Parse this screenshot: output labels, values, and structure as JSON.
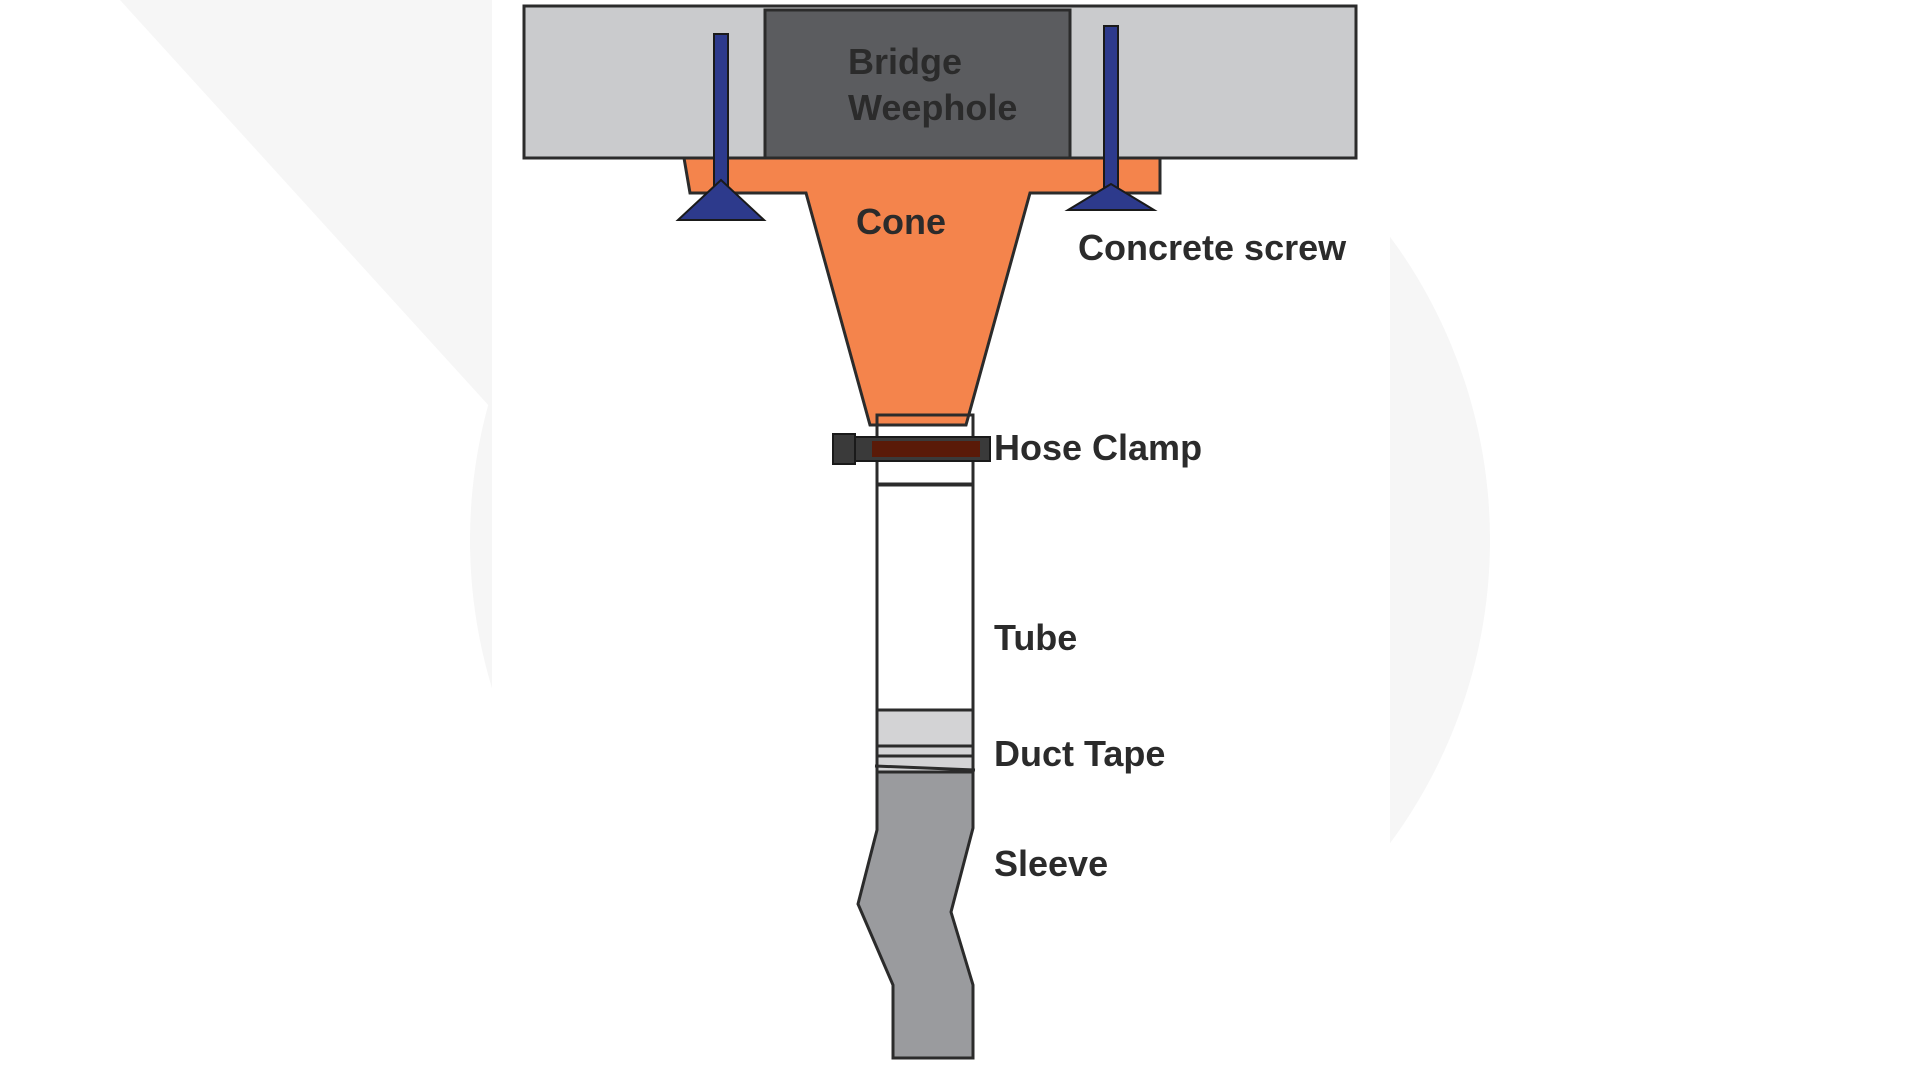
{
  "diagram": {
    "labels": {
      "bridge_weephole_line1": "Bridge",
      "bridge_weephole_line2": "Weephole",
      "cone": "Cone",
      "concrete_screw": "Concrete screw",
      "hose_clamp": "Hose Clamp",
      "tube": "Tube",
      "duct_tape": "Duct Tape",
      "sleeve": "Sleeve"
    },
    "colors": {
      "background": "#ffffff",
      "backdrop_shape": "#f6f6f6",
      "bridge_deck": "#cacbcd",
      "weephole": "#5b5c5f",
      "cone": "#f4844c",
      "screw": "#2d3a8c",
      "clamp_dark": "#3a3a3a",
      "clamp_band": "#5a1a08",
      "tube": "#ffffff",
      "duct_tape": "#d3d3d5",
      "sleeve": "#9a9b9e",
      "outline": "#2b2b2b"
    }
  }
}
